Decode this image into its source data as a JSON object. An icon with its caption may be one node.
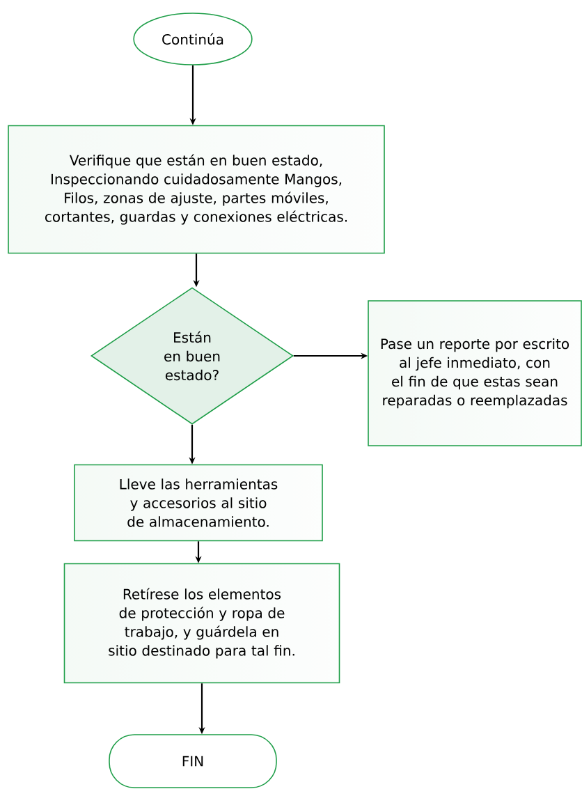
{
  "diagram": {
    "nodes": [
      {
        "text": [
          "Continúa"
        ]
      },
      {
        "text": [
          "Verifique que están en buen estado, Inspeccionando cuidadosamente Mangos, Filos, zonas de ajuste, partes móviles, cortantes, guardas y conexiones eléctricas."
        ]
      },
      {
        "text": [
          "Están en buen estado?"
        ]
      },
      {
        "text": [
          "Pase un reporte por escrito al jefe inmediato, con el fin de que estas sean reparadas o reemplazadas"
        ]
      },
      {
        "text": [
          "Lleve las herramientas y accesorios al sitio de almacenamiento."
        ]
      },
      {
        "text": [
          "Retírese los elementos de protección y ropa de trabajo, y guárdela en sitio destinado para tal fin."
        ]
      },
      {
        "text": [
          "FIN"
        ]
      }
    ],
    "edges": [
      {
        "from": 0,
        "to": 1,
        "arrow": "to"
      },
      {
        "from": 1,
        "to": 2,
        "arrow": "to"
      },
      {
        "from": 2,
        "to": 3,
        "arrow": "to"
      },
      {
        "from": 2,
        "to": 4,
        "arrow": "to"
      },
      {
        "from": 4,
        "to": 5,
        "arrow": "to"
      },
      {
        "from": 5,
        "to": 6,
        "arrow": "to"
      }
    ]
  }
}
